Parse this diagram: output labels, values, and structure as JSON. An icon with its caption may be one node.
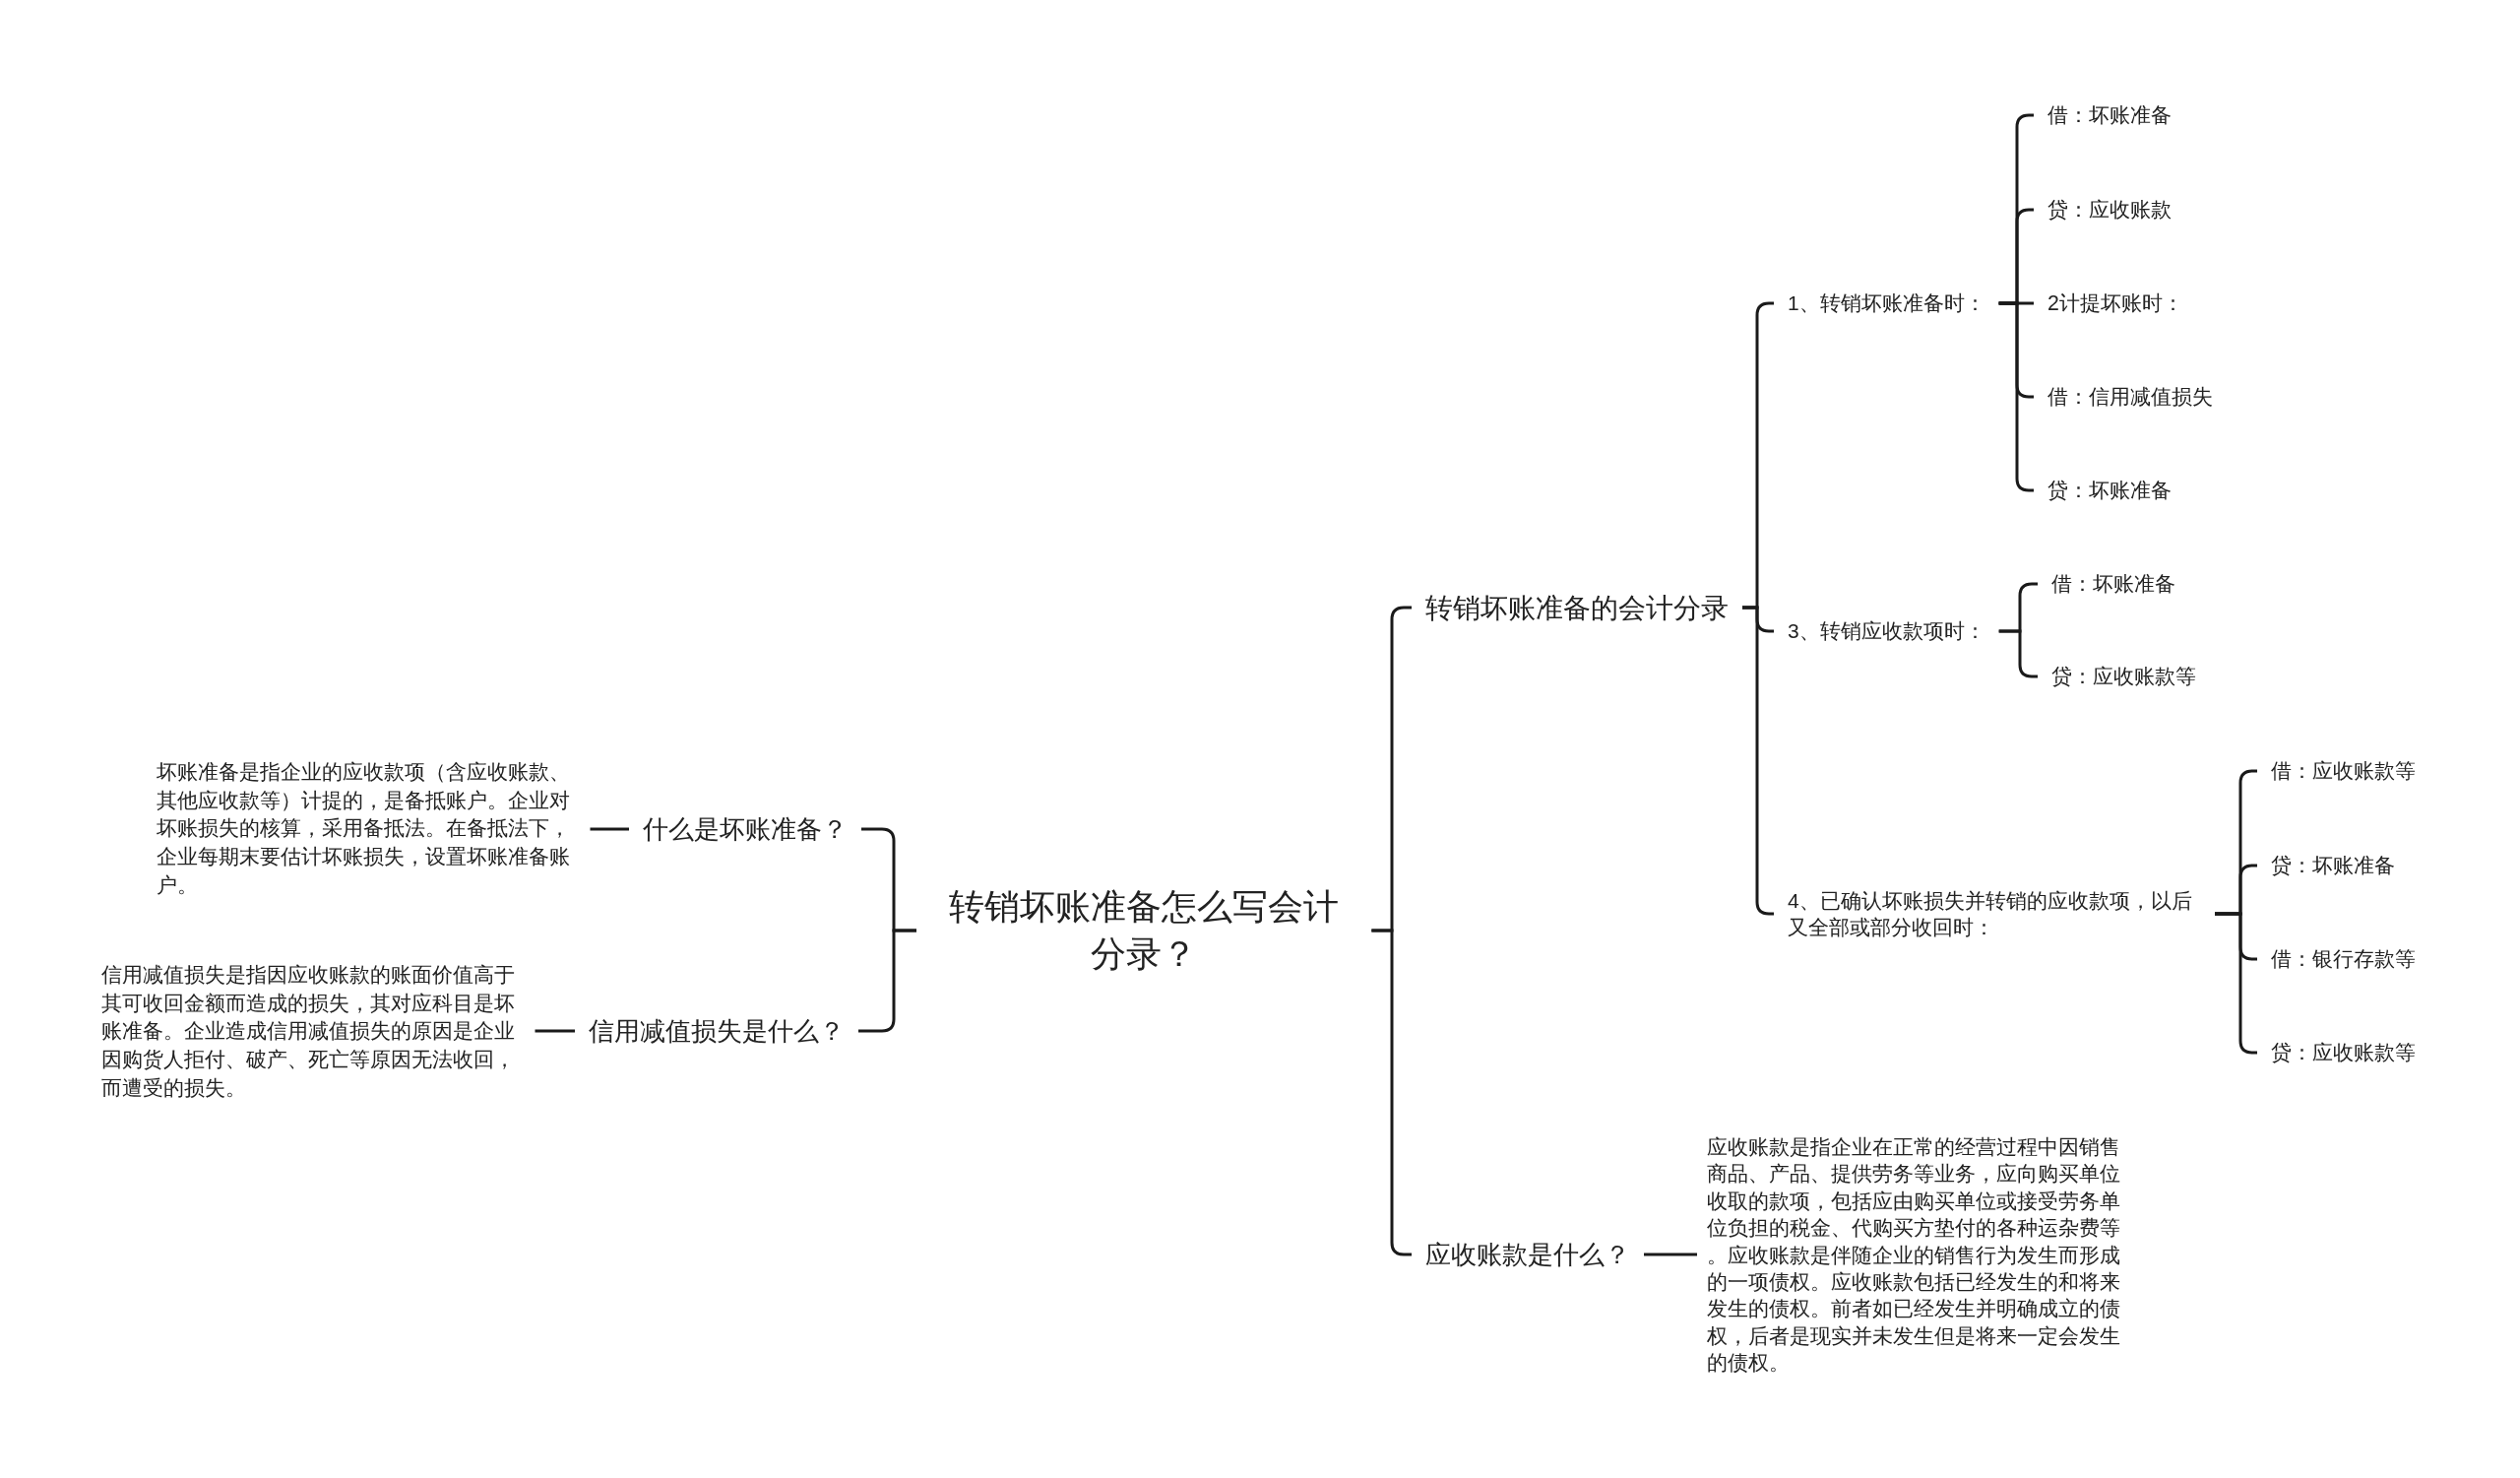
{
  "diagram": {
    "nodes": [
      {
        "text": [
          "转销坏账准备怎么写会计分录？"
        ]
      },
      {
        "text": [
          "什么是坏账准备？"
        ]
      },
      {
        "text": [
          "坏账准备是指企业的应收款项（含应收账款、其他应收款等）计提的，是备抵账户。企业对坏账损失的核算，采用备抵法。在备抵法下，企业每期末要估计坏账损失，设置坏账准备账户。"
        ]
      },
      {
        "text": [
          "信用减值损失是什么？"
        ]
      },
      {
        "text": [
          "信用减值损失是指因应收账款的账面价值高于其可收回金额而造成的损失，其对应科目是坏账准备。企业造成信用减值损失的原因是企业因购货人拒付、破产、死亡等原因无法收回，而遭受的损失。"
        ]
      },
      {
        "text": [
          "转销坏账准备的会计分录"
        ]
      },
      {
        "text": [
          "1、转销坏账准备时："
        ]
      },
      {
        "text": [
          "借：坏账准备"
        ]
      },
      {
        "text": [
          "贷：应收账款"
        ]
      },
      {
        "text": [
          "2计提坏账时："
        ]
      },
      {
        "text": [
          "借：信用减值损失"
        ]
      },
      {
        "text": [
          "贷：坏账准备"
        ]
      },
      {
        "text": [
          "3、转销应收款项时："
        ]
      },
      {
        "text": [
          "借：坏账准备"
        ]
      },
      {
        "text": [
          "贷：应收账款等"
        ]
      },
      {
        "text": [
          "4、已确认坏账损失并转销的应收款项，以后又全部或部分收回时："
        ]
      },
      {
        "text": [
          "借：应收账款等"
        ]
      },
      {
        "text": [
          "贷：坏账准备"
        ]
      },
      {
        "text": [
          "借：银行存款等"
        ]
      },
      {
        "text": [
          "贷：应收账款等"
        ]
      },
      {
        "text": [
          "应收账款是什么？"
        ]
      },
      {
        "text": [
          "应收账款是指企业在正常的经营过程中因销售商品、产品、提供劳务等业务，应向购买单位收取的款项，包括应由购买单位或接受劳务单位负担的税金、代购买方垫付的各种运杂费等。应收账款是伴随企业的销售行为发生而形成的一项债权。应收账款包括已经发生的和将来发生的债权。前者如已经发生并明确成立的债权，后者是现实并未发生但是将来一定会发生的债权。"
        ]
      }
    ],
    "edges": [
      {
        "from": 0,
        "to": 1,
        "arrow": "none"
      },
      {
        "from": 1,
        "to": 2,
        "arrow": "none"
      },
      {
        "from": 0,
        "to": 3,
        "arrow": "none"
      },
      {
        "from": 3,
        "to": 4,
        "arrow": "none"
      },
      {
        "from": 0,
        "to": 5,
        "arrow": "none"
      },
      {
        "from": 5,
        "to": 6,
        "arrow": "none"
      },
      {
        "from": 6,
        "to": 7,
        "arrow": "none"
      },
      {
        "from": 6,
        "to": 8,
        "arrow": "none"
      },
      {
        "from": 6,
        "to": 9,
        "arrow": "none"
      },
      {
        "from": 6,
        "to": 10,
        "arrow": "none"
      },
      {
        "from": 6,
        "to": 11,
        "arrow": "none"
      },
      {
        "from": 5,
        "to": 12,
        "arrow": "none"
      },
      {
        "from": 12,
        "to": 13,
        "arrow": "none"
      },
      {
        "from": 12,
        "to": 14,
        "arrow": "none"
      },
      {
        "from": 5,
        "to": 15,
        "arrow": "none"
      },
      {
        "from": 15,
        "to": 16,
        "arrow": "none"
      },
      {
        "from": 15,
        "to": 17,
        "arrow": "none"
      },
      {
        "from": 15,
        "to": 18,
        "arrow": "none"
      },
      {
        "from": 15,
        "to": 19,
        "arrow": "none"
      },
      {
        "from": 0,
        "to": 20,
        "arrow": "none"
      },
      {
        "from": 20,
        "to": 21,
        "arrow": "none"
      }
    ]
  }
}
